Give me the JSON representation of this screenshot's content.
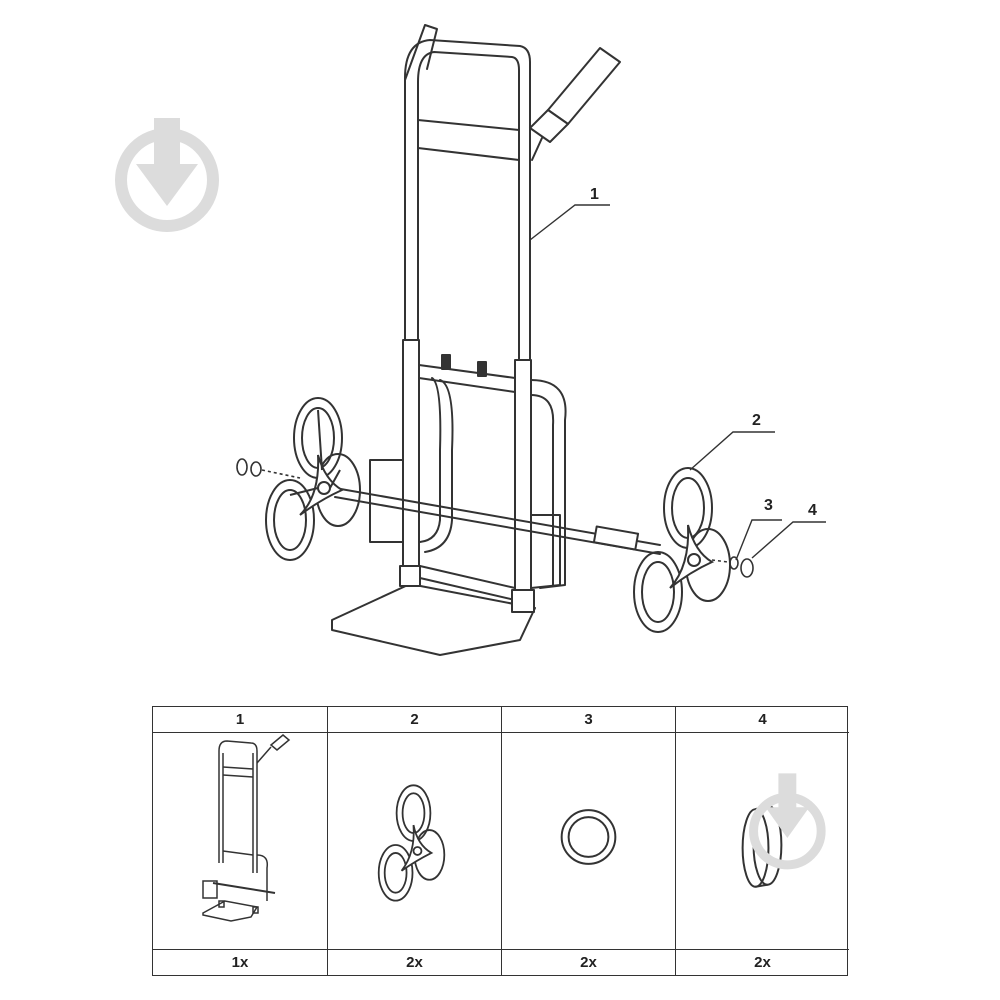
{
  "diagram": {
    "callouts": [
      "1",
      "2",
      "3",
      "4"
    ]
  },
  "parts_table": {
    "columns": [
      {
        "number": "1",
        "quantity": "1x",
        "icon": "hand-truck-frame-icon"
      },
      {
        "number": "2",
        "quantity": "2x",
        "icon": "tri-wheel-icon"
      },
      {
        "number": "3",
        "quantity": "2x",
        "icon": "washer-icon"
      },
      {
        "number": "4",
        "quantity": "2x",
        "icon": "end-cap-icon"
      }
    ]
  },
  "colors": {
    "line": "#333333",
    "watermark": "#d9d9d9"
  }
}
